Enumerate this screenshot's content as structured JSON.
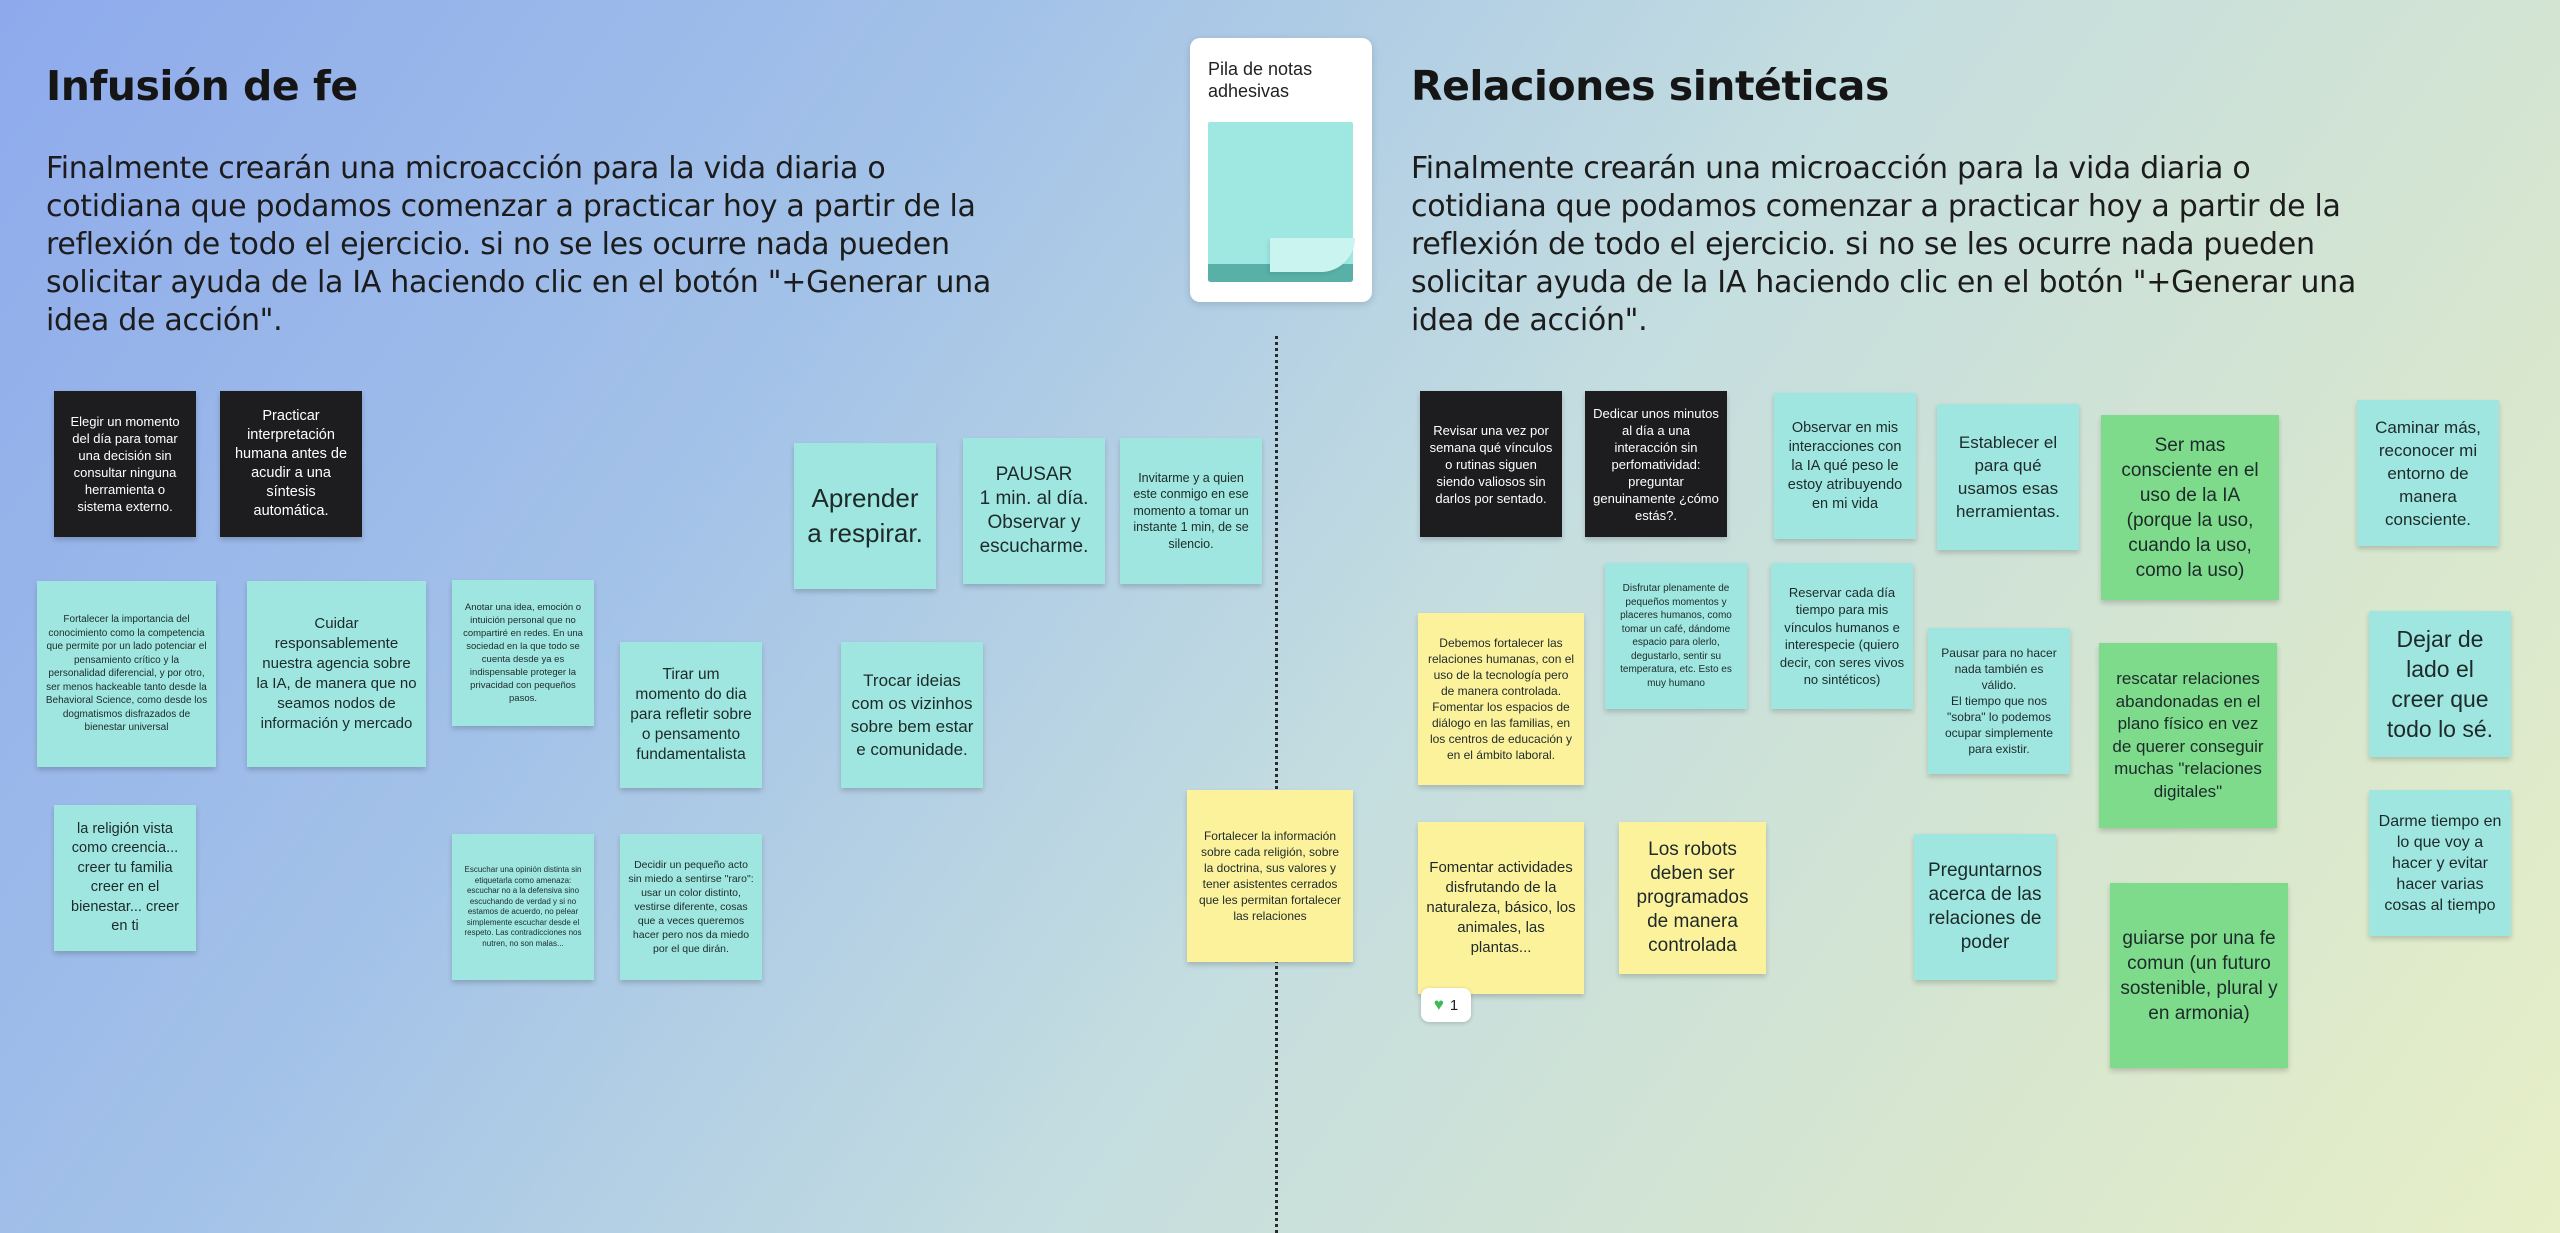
{
  "left_section": {
    "title": "Infusión de fe",
    "description": "Finalmente crearán una microacción para la vida diaria o cotidiana que podamos comenzar a practicar hoy a partir de la reflexión de todo el ejercicio. si no se les ocurre nada pueden solicitar ayuda de la IA haciendo clic en el botón \"+Generar una idea de acción\"."
  },
  "right_section": {
    "title": "Relaciones sintéticas",
    "description": "Finalmente crearán una microacción para la vida diaria o cotidiana que podamos comenzar a practicar hoy a partir de la reflexión de todo el ejercicio. si no se les ocurre nada pueden solicitar ayuda de la IA haciendo clic en el botón \"+Generar una idea de acción\"."
  },
  "sticky_stack": {
    "label": "Pila de notas adhesivas",
    "icon": "sticky-note-stack-icon"
  },
  "colors": {
    "cyan": "#9ee6df",
    "dark": "#1d1d1f",
    "yellow": "#fdf29c",
    "green": "#7ddb8b"
  },
  "notes": {
    "n1": "Elegir un momento del día para tomar una decisión sin consultar ninguna herramienta o sistema externo.",
    "n2": "Practicar interpretación humana antes de acudir a una síntesis automática.",
    "n3": "Fortalecer la importancia del conocimiento como la competencia que permite por un lado potenciar el pensamiento crítico y la personalidad diferencial, y por otro, ser menos hackeable tanto desde la Behavioral Science, como desde los dogmatismos disfrazados de bienestar universal",
    "n4": "Cuidar responsablemente nuestra agencia sobre la IA, de manera que no seamos nodos de información y mercado",
    "n5": "Anotar una idea, emoción o intuición personal que no compartiré en redes. En una sociedad en la que todo se cuenta desde ya es indispensable proteger la privacidad con pequeños pasos.",
    "n6": "Tirar um momento do dia para refletir sobre o pensamento fundamentalista",
    "n7": "Aprender a respirar.",
    "n8": "PAUSAR\n1 min. al día.\nObservar y escucharme.",
    "n9": "Invitarme y a quien este conmigo en ese momento a tomar un instante 1 min, de se silencio.",
    "n10": "Trocar ideias com os vizinhos sobre bem estar e comunidade.",
    "n11": "la religión vista como creencia... creer tu familia creer en el bienestar... creer en ti",
    "n12": "Escuchar una opinión distinta sin etiquetarla como amenaza: escuchar no a la defensiva sino escuchando de verdad y si no estamos de acuerdo, no pelear simplemente escuchar desde el respeto. Las contradicciones nos nutren, no son malas...",
    "n13": "Decidir un pequeño acto sin miedo a sentirse \"raro\": usar un color distinto, vestirse diferente, cosas que a veces queremos hacer pero nos da miedo por el que dirán.",
    "n14": "Fortalecer la información sobre cada religión, sobre la doctrina, sus valores y tener asistentes cerrados que les permitan fortalecer las relaciones",
    "n15": "Revisar una vez por semana qué vínculos o rutinas siguen siendo valiosos sin darlos por sentado.",
    "n16": "Dedicar unos minutos al día a una interacción sin perfomatividad: preguntar genuinamente ¿cómo estás?.",
    "n17": "Observar en mis interacciones con la IA qué peso le estoy atribuyendo en mi vida",
    "n18": "Establecer el para qué usamos esas herramientas.",
    "n19": "Ser mas consciente en el uso de la IA (porque la uso, cuando la uso, como la uso)",
    "n20": "Caminar más, reconocer mi entorno de manera consciente.",
    "n21": "Debemos fortalecer las relaciones humanas, con el uso de la tecnología pero de manera controlada. Fomentar los espacios de diálogo en las familias, en los centros de educación y en el ámbito laboral.",
    "n22": "Disfrutar plenamente de pequeños momentos y placeres humanos, como tomar un café, dándome espacio para olerlo, degustarlo, sentir su temperatura, etc. Esto es muy humano",
    "n23": "Reservar cada día tiempo para mis vínculos humanos e interespecie (quiero decir, con seres vivos no sintéticos)",
    "n24": "Pausar para no hacer nada también es válido.\nEl tiempo que nos \"sobra\" lo podemos ocupar simplemente para existir.",
    "n25": "rescatar relaciones abandonadas en el plano físico en vez de querer conseguir muchas \"relaciones digitales\"",
    "n26": "Dejar de lado el creer que todo lo sé.",
    "n27": "Darme tiempo en lo que voy a hacer y  evitar hacer varias cosas al tiempo",
    "n28": "Fomentar actividades disfrutando de la naturaleza, básico, los animales, las plantas...",
    "n29": "Los robots deben ser programados de manera controlada",
    "n30": "Preguntarnos acerca de las relaciones de poder",
    "n31": "guiarse por una fe comun (un futuro sostenible, plural y en armonia)"
  },
  "reaction": {
    "icon": "green-heart-icon",
    "count": "1"
  }
}
